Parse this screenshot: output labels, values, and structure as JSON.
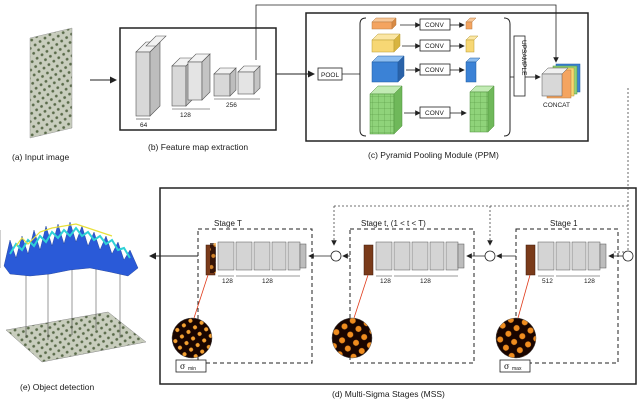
{
  "captions": {
    "input": "(a) Input image",
    "feature": "(b) Feature map extraction",
    "ppm": "(c) Pyramid Pooling Module (PPM)",
    "mss": "(d) Multi-Sigma Stages (MSS)",
    "detect": "(e) Object detection"
  },
  "feature_labels": {
    "c64": "64",
    "c128": "128",
    "c256": "256"
  },
  "ppm": {
    "pool": "POOL",
    "conv": "CONV",
    "upsample": "UPSAMPLE",
    "concat": "CONCAT"
  },
  "stages": {
    "t_last": "Stage T",
    "t_mid": "Stage t, (1 < t < T)",
    "t_first": "Stage 1",
    "c128": "128",
    "c512": "512"
  },
  "sigma": {
    "min_symbol": "σ",
    "min_sub": "min",
    "max_symbol": "σ",
    "max_sub": "max"
  },
  "colors": {
    "orange": "#f4a460",
    "yellow": "#f7d774",
    "blue": "#3b82d6",
    "green": "#8fd37a",
    "brown": "#7a3b1a"
  }
}
